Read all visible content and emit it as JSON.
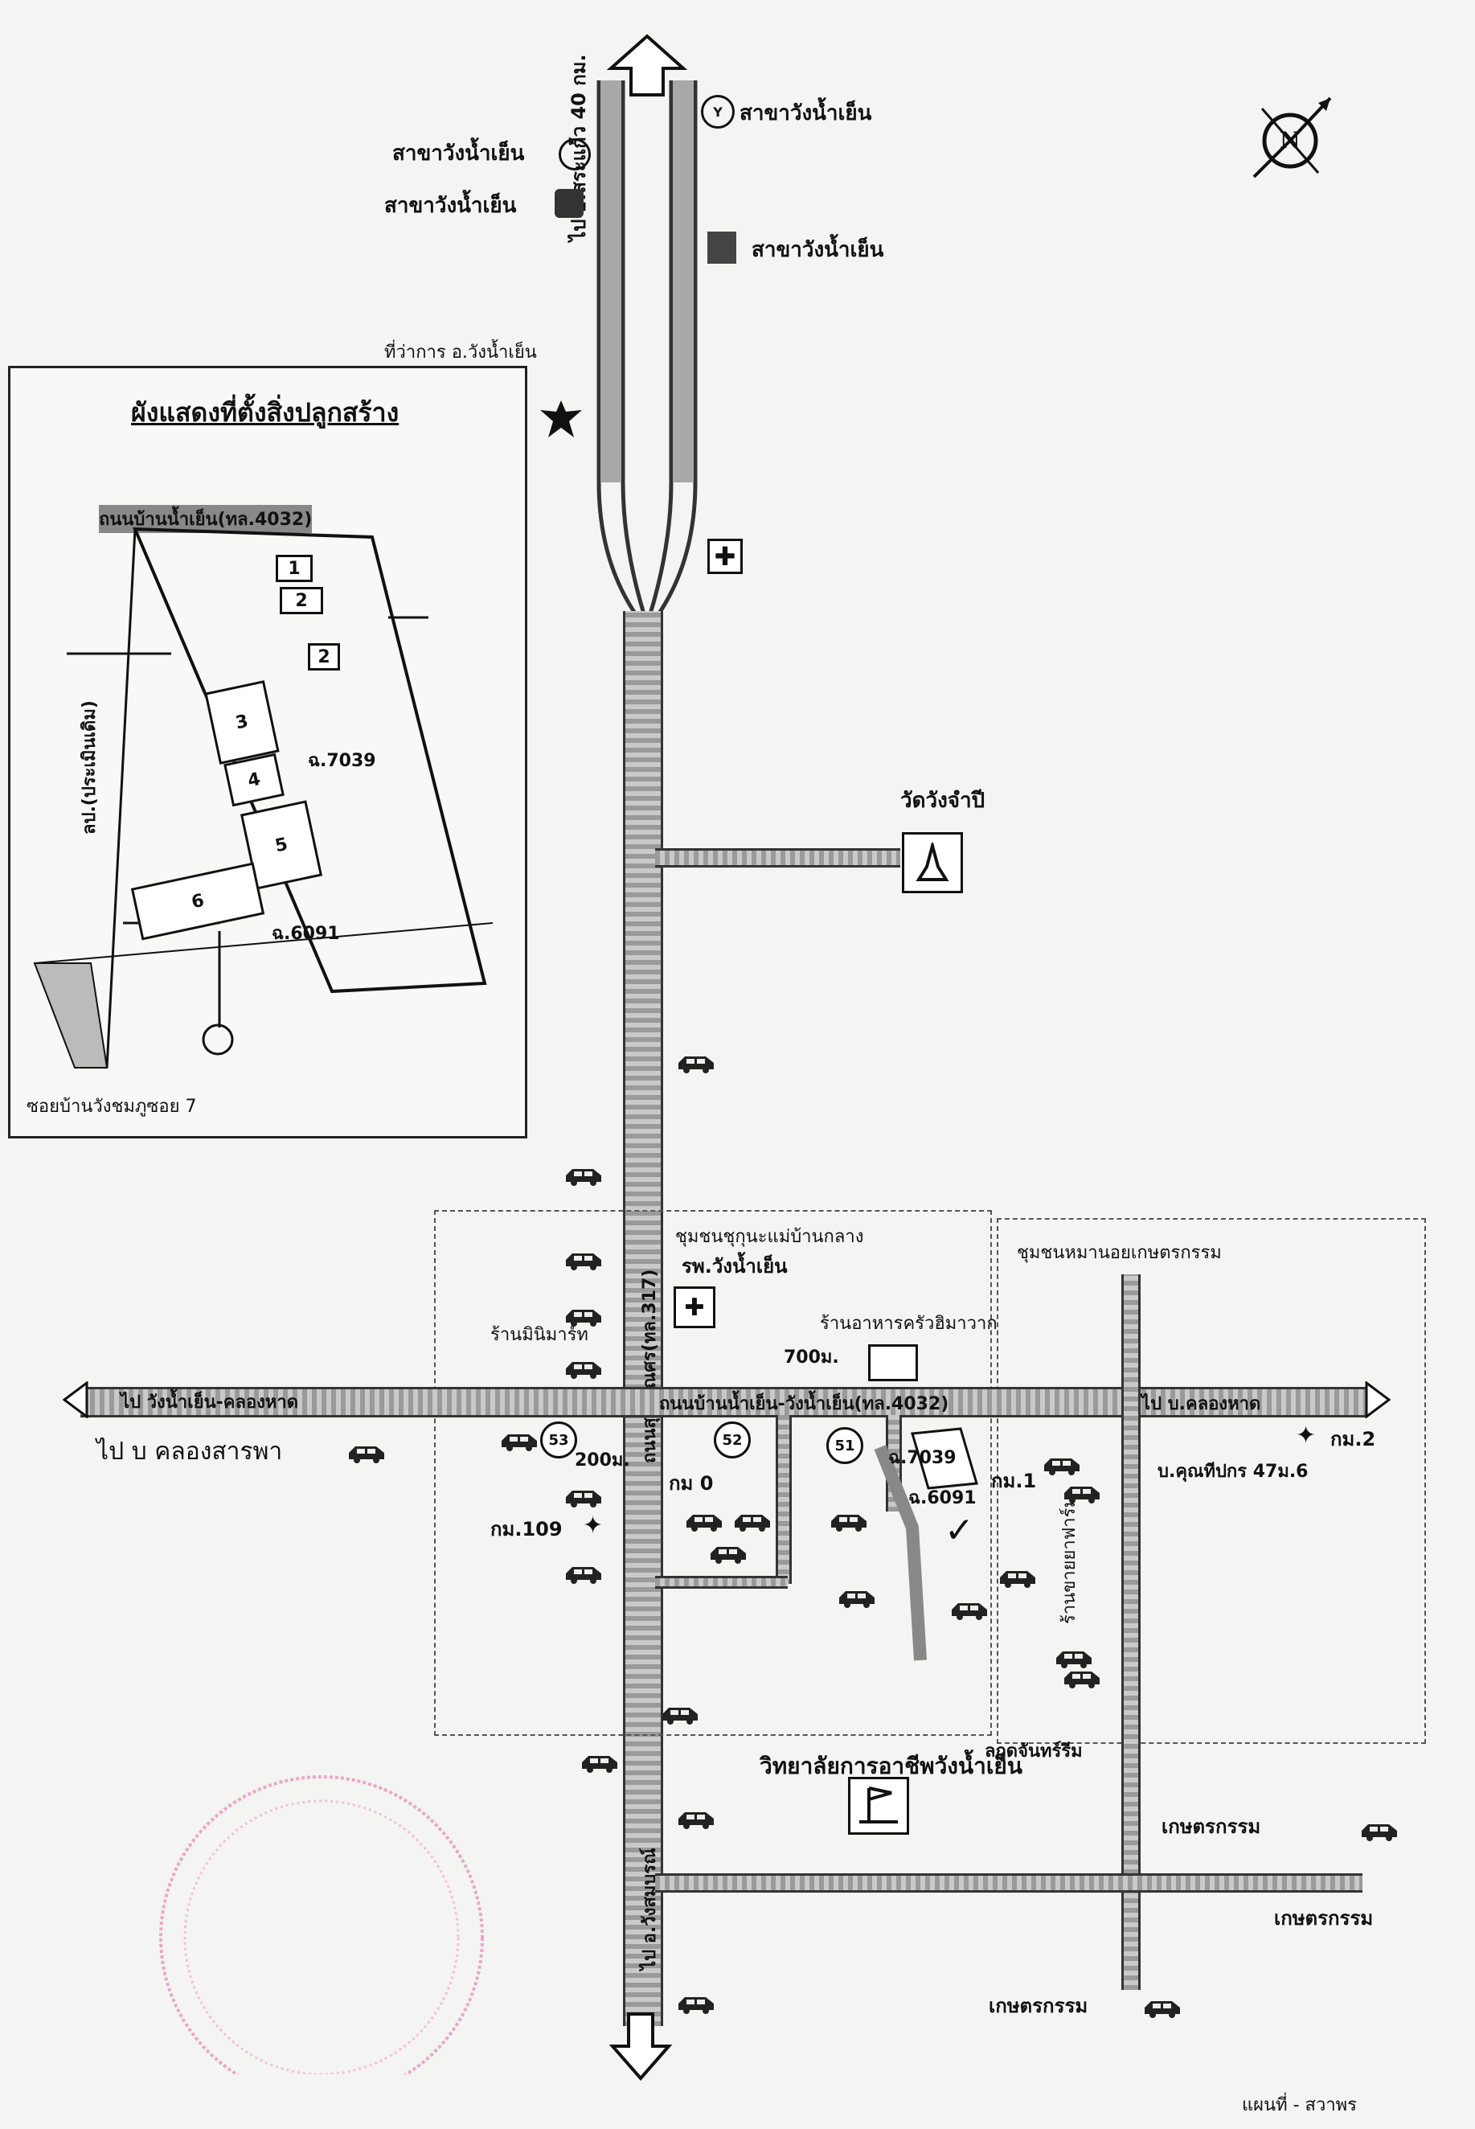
{
  "north": {
    "label": "N"
  },
  "top_labels": {
    "branch_1": "สาขาวังน้ำเย็น",
    "branch_2": "สาขาวังน้ำเย็น",
    "branch_3": "สาขาวังน้ำเย็น",
    "branch_4": "สาขาวังน้ำเย็น",
    "district_office": "ที่ว่าการ อ.วังน้ำเย็น",
    "temple": "วัดวังจำปี"
  },
  "inset": {
    "title": "ผังแสดงที่ตั้งสิ่งปลูกสร้าง",
    "road_label": "ถนนบ้านน้ำเย็น(ทล.4032)",
    "side_road": "ลป.(ประเมินเดิม)",
    "lane": "ซอยบ้านวังชมภูซอย 7",
    "deed_1": "ฉ.7039",
    "deed_2": "ฉ.6091",
    "buildings": [
      "1",
      "2",
      "2",
      "3",
      "4",
      "5",
      "6"
    ]
  },
  "roads": {
    "main_v_top": "ไป อ.สระแก้ว 40 กม.",
    "main_v_mid": "ถนนสุวรรณศร(ทล.317)",
    "main_v_bot": "ไป อ.วังสมบูรณ์",
    "main_h_left": "ไป วังน้ำเย็น-คลองหาด",
    "main_h_mid": "ถนนบ้านน้ำเย็น-วังน้ำเย็น(ทล.4032)",
    "main_h_right": "ไป บ.คลองหาด",
    "to_klong": "ไป บ คลองสารพา"
  },
  "zones": {
    "zone_1": "ชุมชนชุกุนะแม่บ้านกลาง",
    "zone_2": "ชุมชนหมานอยเกษตรกรรม"
  },
  "places": {
    "hospital": "รพ.วังน้ำเย็น",
    "shop_left": "ร้านมินิมาร์ท",
    "shop_right": "ร้านอาหารครัวฮิมาวาก",
    "college": "วิทยาลัยการอาชีพวังน้ำเย็น",
    "agri_1": "เกษตรกรรม",
    "agri_2": "เกษตรกรรม",
    "agri_3": "เกษตรกรรม",
    "village": "บ.คุณทีปกร 47ม.6",
    "market": "ลกูดจันทร์รีม",
    "pharm": "ร้านขายยาฟาร์ม"
  },
  "distances": {
    "d700": "700ม.",
    "d200": "200ม."
  },
  "badges": [
    "53",
    "52",
    "51"
  ],
  "km_markers": {
    "km0": "กม 0",
    "km109": "กม.109",
    "km1": "กม.1",
    "km2": "กม.2"
  },
  "map_deeds": {
    "deed_a": "ฉ.7039",
    "deed_b": "ฉ.6091"
  },
  "footer": "แผนที่ - สวาพร"
}
